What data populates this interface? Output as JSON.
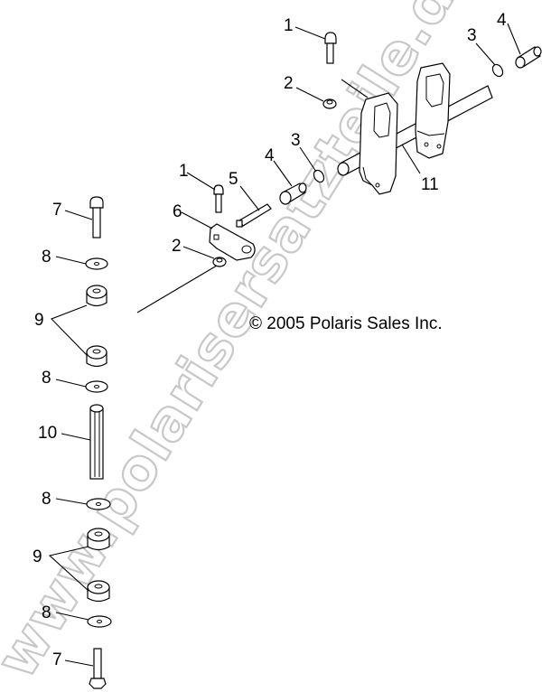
{
  "diagram": {
    "copyright": "© 2005 Polaris Sales Inc.",
    "watermark": "www.polarisersatzteile.de",
    "callouts": [
      {
        "id": "c1a",
        "label": "1",
        "part": "bolt"
      },
      {
        "id": "c2a",
        "label": "2",
        "part": "nut"
      },
      {
        "id": "c3a",
        "label": "3",
        "part": "o-ring"
      },
      {
        "id": "c4a",
        "label": "4",
        "part": "bushing"
      },
      {
        "id": "c11",
        "label": "11",
        "part": "shift-arm-assembly"
      },
      {
        "id": "c3b",
        "label": "3",
        "part": "o-ring"
      },
      {
        "id": "c4b",
        "label": "4",
        "part": "bushing"
      },
      {
        "id": "c1b",
        "label": "1",
        "part": "bolt"
      },
      {
        "id": "c5",
        "label": "5",
        "part": "square-shaft"
      },
      {
        "id": "c6",
        "label": "6",
        "part": "lever"
      },
      {
        "id": "c2b",
        "label": "2",
        "part": "nut"
      },
      {
        "id": "c7a",
        "label": "7",
        "part": "bolt"
      },
      {
        "id": "c8a",
        "label": "8",
        "part": "washer"
      },
      {
        "id": "c9a",
        "label": "9",
        "part": "bushing-pair"
      },
      {
        "id": "c8b",
        "label": "8",
        "part": "washer"
      },
      {
        "id": "c10",
        "label": "10",
        "part": "hex-spacer"
      },
      {
        "id": "c8c",
        "label": "8",
        "part": "washer"
      },
      {
        "id": "c9b",
        "label": "9",
        "part": "bushing-pair"
      },
      {
        "id": "c8d",
        "label": "8",
        "part": "washer"
      },
      {
        "id": "c7b",
        "label": "7",
        "part": "bolt"
      }
    ]
  }
}
